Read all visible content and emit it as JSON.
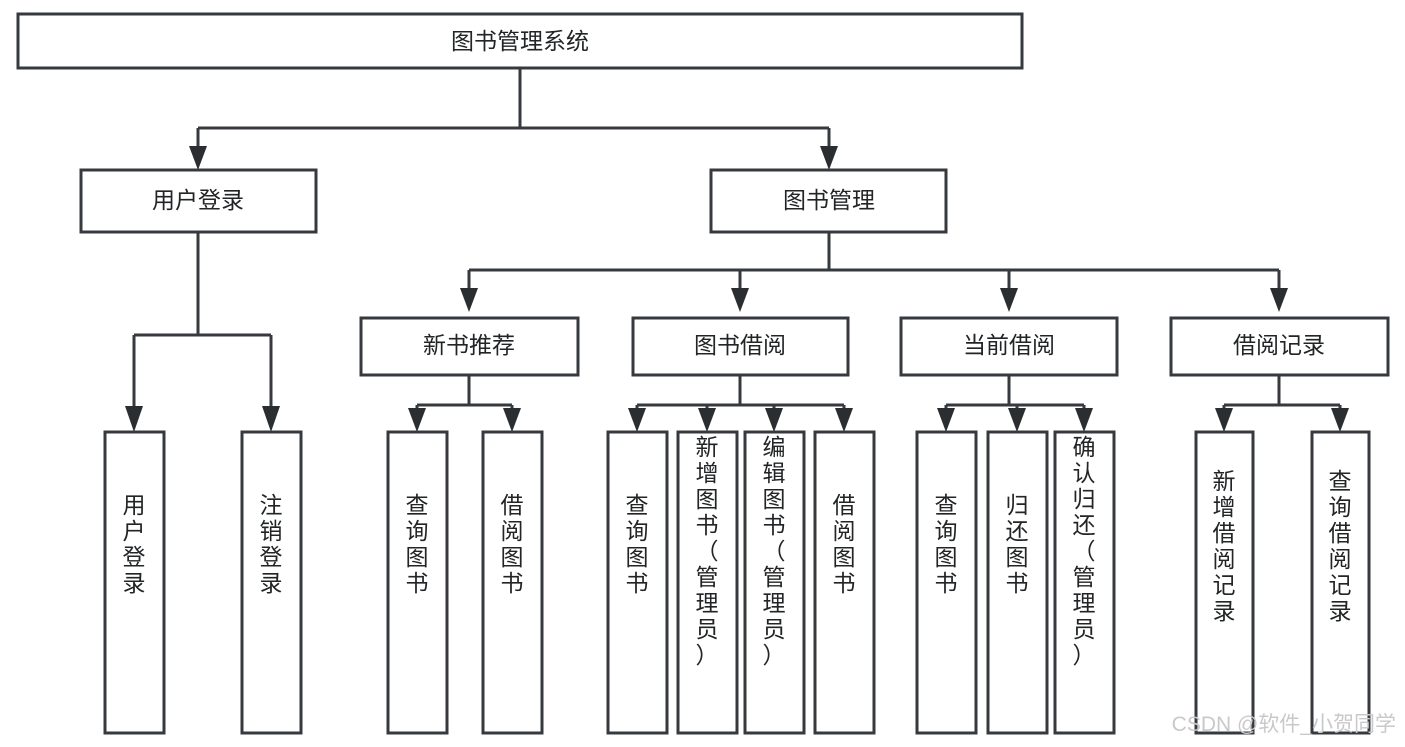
{
  "diagram": {
    "type": "tree",
    "orientation": "top-down",
    "title": "图书管理系统",
    "root": {
      "id": "root",
      "label": "图书管理系统",
      "orientation": "horizontal"
    },
    "level2": [
      {
        "id": "user-login",
        "label": "用户登录",
        "orientation": "horizontal"
      },
      {
        "id": "book-management",
        "label": "图书管理",
        "orientation": "horizontal"
      }
    ],
    "level3": [
      {
        "id": "new-book-recommend",
        "label": "新书推荐",
        "orientation": "horizontal",
        "parent": "book-management"
      },
      {
        "id": "book-borrow",
        "label": "图书借阅",
        "orientation": "horizontal",
        "parent": "book-management"
      },
      {
        "id": "current-borrow",
        "label": "当前借阅",
        "orientation": "horizontal",
        "parent": "book-management"
      },
      {
        "id": "borrow-record",
        "label": "借阅记录",
        "orientation": "horizontal",
        "parent": "book-management"
      }
    ],
    "leaves": [
      {
        "id": "leaf-user-login",
        "label": "用户登录",
        "orientation": "vertical",
        "parent": "user-login"
      },
      {
        "id": "leaf-logout",
        "label": "注销登录",
        "orientation": "vertical",
        "parent": "user-login"
      },
      {
        "id": "leaf-query-book-1",
        "label": "查询图书",
        "orientation": "vertical",
        "parent": "new-book-recommend"
      },
      {
        "id": "leaf-borrow-book-1",
        "label": "借阅图书",
        "orientation": "vertical",
        "parent": "new-book-recommend"
      },
      {
        "id": "leaf-query-book-2",
        "label": "查询图书",
        "orientation": "vertical",
        "parent": "book-borrow"
      },
      {
        "id": "leaf-add-book",
        "label": "新增图书（管理员）",
        "orientation": "vertical",
        "parent": "book-borrow"
      },
      {
        "id": "leaf-edit-book",
        "label": "编辑图书（管理员）",
        "orientation": "vertical",
        "parent": "book-borrow"
      },
      {
        "id": "leaf-borrow-book-2",
        "label": "借阅图书",
        "orientation": "vertical",
        "parent": "book-borrow"
      },
      {
        "id": "leaf-query-book-3",
        "label": "查询图书",
        "orientation": "vertical",
        "parent": "current-borrow"
      },
      {
        "id": "leaf-return-book",
        "label": "归还图书",
        "orientation": "vertical",
        "parent": "current-borrow"
      },
      {
        "id": "leaf-confirm-return",
        "label": "确认归还（管理员）",
        "orientation": "vertical",
        "parent": "current-borrow"
      },
      {
        "id": "leaf-add-record",
        "label": "新增借阅记录",
        "orientation": "vertical",
        "parent": "borrow-record"
      },
      {
        "id": "leaf-query-record",
        "label": "查询借阅记录",
        "orientation": "vertical",
        "parent": "borrow-record"
      }
    ],
    "colors": {
      "box_stroke": "#36393d",
      "box_fill": "#ffffff",
      "line": "#36393d",
      "text": "#222426",
      "background": "#ffffff",
      "watermark": "#c9c9c9"
    }
  },
  "watermark": {
    "text": "CSDN @软件_小贺同学"
  }
}
